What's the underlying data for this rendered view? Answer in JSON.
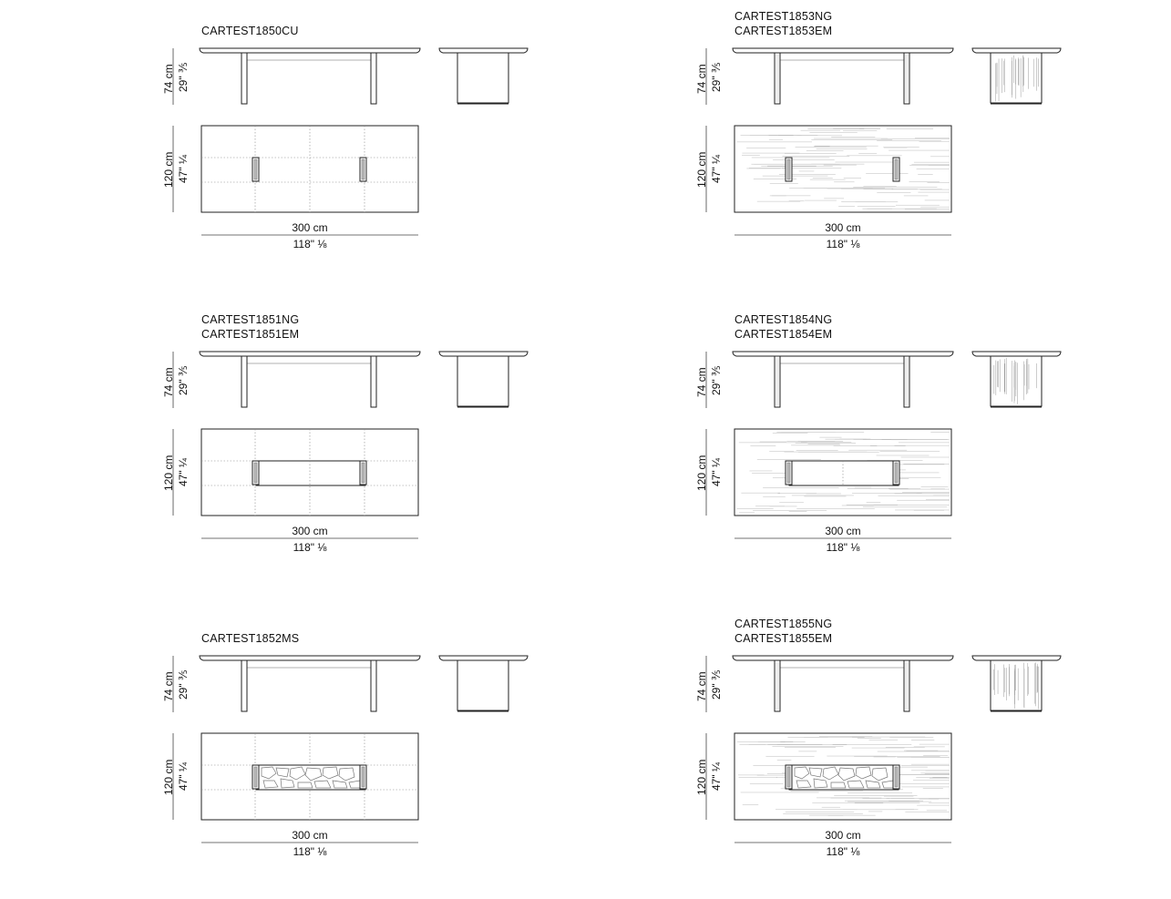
{
  "dimensions": {
    "height_cm": "74 cm",
    "height_in": "29\" ⅗",
    "depth_cm": "120 cm",
    "depth_in": "47\" ¼",
    "length_cm": "300 cm",
    "length_in": "118\" ⅛"
  },
  "models": [
    {
      "codes": [
        "CARTEST1850CU"
      ],
      "top_finish": "plain",
      "base_finish": "plain",
      "top_insert": "none"
    },
    {
      "codes": [
        "CARTEST1853NG",
        "CARTEST1853EM"
      ],
      "top_finish": "wood-grain",
      "base_finish": "wood-grain",
      "top_insert": "none"
    },
    {
      "codes": [
        "CARTEST1851NG",
        "CARTEST1851EM"
      ],
      "top_finish": "plain",
      "base_finish": "plain",
      "top_insert": "beam"
    },
    {
      "codes": [
        "CARTEST1854NG",
        "CARTEST1854EM"
      ],
      "top_finish": "wood-grain",
      "base_finish": "wood-grain",
      "top_insert": "beam"
    },
    {
      "codes": [
        "CARTEST1852MS"
      ],
      "top_finish": "plain",
      "base_finish": "plain",
      "top_insert": "stone-mosaic"
    },
    {
      "codes": [
        "CARTEST1855NG",
        "CARTEST1855EM"
      ],
      "top_finish": "wood-grain",
      "base_finish": "wood-grain",
      "top_insert": "stone-mosaic"
    }
  ]
}
